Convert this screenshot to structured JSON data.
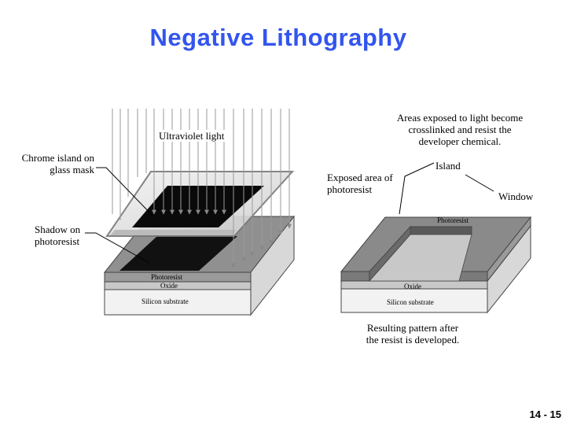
{
  "title": "Negative Lithography",
  "left_diagram": {
    "uv_label": "Ultraviolet light",
    "mask_label": [
      "Chrome island on",
      "glass mask"
    ],
    "shadow_label": [
      "Shadow on",
      "photoresist"
    ],
    "layers": {
      "photoresist": "Photoresist",
      "oxide": "Oxide",
      "substrate": "Silicon substrate"
    }
  },
  "right_diagram": {
    "crosslink_note": [
      "Areas exposed to light become",
      "crosslinked and resist the",
      "developer chemical."
    ],
    "exposed_label": [
      "Exposed area of",
      "photoresist"
    ],
    "island_label": "Island",
    "window_label": "Window",
    "layers": {
      "photoresist": "Photoresist",
      "oxide": "Oxide",
      "substrate": "Silicon substrate"
    },
    "caption": [
      "Resulting pattern after",
      "the resist is developed."
    ]
  },
  "page_number": "14 - 15"
}
